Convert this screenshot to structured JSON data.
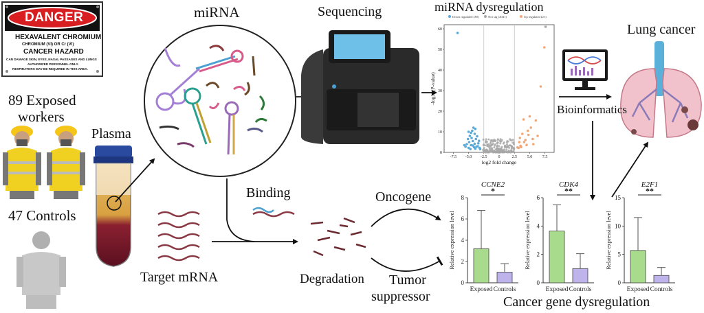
{
  "danger_sign": {
    "title": "DANGER",
    "line1": "HEXAVALENT CHROMIUM",
    "line2": "CHROMIUM (VI) OR Cr (VI)",
    "line3": "CANCER HAZARD",
    "line4": "CAN DAMAGE SKIN, EYES, NASAL PASSAGES AND LUNGS",
    "line5": "AUTHORIZED PERSONNEL ONLY.",
    "line6": "RESPIRATORS MAY BE REQUIRED IN THIS AREA."
  },
  "labels": {
    "exposed_workers_1": "89 Exposed",
    "exposed_workers_2": "workers",
    "controls": "47 Controls",
    "plasma": "Plasma",
    "mirna": "miRNA",
    "sequencing": "Sequencing",
    "mirna_dysregulation": "miRNA dysregulation",
    "lung_cancer": "Lung cancer",
    "bioinformatics": "Bioinformatics",
    "binding": "Binding",
    "target_mrna": "Target mRNA",
    "degradation": "Degradation",
    "oncogene": "Oncogene",
    "tumor_1": "Tumor",
    "tumor_2": "suppressor",
    "cancer_gene_dysregulation": "Cancer gene dysregulation"
  },
  "volcano": {
    "legend": [
      "Down regulated (38)",
      "Not sig (2041)",
      "Up regulated (21)"
    ],
    "legend_colors": [
      "#5aa9d6",
      "#a8a8a8",
      "#f0a878"
    ],
    "xlabel": "log2 fold change",
    "ylabel": "-log10(P-value)",
    "xticks": [
      "-7.5",
      "-5.0",
      "-2.5",
      "0",
      "2.5",
      "5.0",
      "7.5"
    ],
    "yticks": [
      "0",
      "10",
      "20",
      "30",
      "40",
      "50",
      "60"
    ],
    "xlim": [
      -9,
      9
    ],
    "ylim": [
      0,
      62
    ],
    "points_down": [
      [
        -6.8,
        58
      ],
      [
        -4.1,
        2.5
      ],
      [
        -4.6,
        3.5
      ],
      [
        -5.0,
        2.2
      ],
      [
        -4.3,
        5.5
      ],
      [
        -3.8,
        6.5
      ],
      [
        -4.8,
        8
      ],
      [
        -3.5,
        3
      ],
      [
        -5.3,
        4
      ],
      [
        -4.0,
        9
      ],
      [
        -3.2,
        2.2
      ],
      [
        -5.5,
        2.8
      ],
      [
        -4.4,
        10.5
      ],
      [
        -3.6,
        7.8
      ],
      [
        -4.9,
        5
      ],
      [
        -3.9,
        1.8
      ],
      [
        -4.2,
        12
      ],
      [
        -5.1,
        6.5
      ],
      [
        -3.4,
        4.4
      ],
      [
        -4.7,
        1.6
      ],
      [
        -4.5,
        7
      ],
      [
        -3.7,
        2.8
      ],
      [
        -5.7,
        3.5
      ],
      [
        -4.0,
        4.2
      ],
      [
        -3.3,
        5.6
      ],
      [
        -4.6,
        9.5
      ],
      [
        -5.0,
        10
      ],
      [
        -3.9,
        11.4
      ],
      [
        -4.3,
        3.3
      ],
      [
        -3.1,
        1.6
      ]
    ],
    "points_up": [
      [
        7.4,
        51
      ],
      [
        6.8,
        32
      ],
      [
        5.2,
        12
      ],
      [
        4.3,
        6
      ],
      [
        3.5,
        3.2
      ],
      [
        4.0,
        16
      ],
      [
        5.6,
        4
      ],
      [
        3.0,
        2.4
      ],
      [
        4.8,
        8.5
      ],
      [
        3.3,
        5
      ],
      [
        6.0,
        15.5
      ],
      [
        4.5,
        3.6
      ],
      [
        3.8,
        9
      ],
      [
        5.0,
        17.5
      ],
      [
        3.2,
        2.2
      ],
      [
        4.1,
        5
      ],
      [
        5.5,
        6.5
      ],
      [
        3.6,
        2.6
      ],
      [
        4.7,
        10.5
      ],
      [
        6.3,
        8
      ],
      [
        3.4,
        7
      ]
    ],
    "point_notsig_top": [
      [
        7.6,
        61
      ]
    ]
  },
  "bar_charts": [
    {
      "title": "CCNE2",
      "signif": "*",
      "ylabel": "Relative expression level",
      "categories": [
        "Exposed",
        "Controls"
      ],
      "values": [
        3.2,
        1.0
      ],
      "errors": [
        3.6,
        0.8
      ],
      "ylim": [
        0,
        8
      ],
      "yticks": [
        "0",
        "2",
        "4",
        "6",
        "8"
      ],
      "colors": [
        "#a8dc8c",
        "#bfb3ec"
      ]
    },
    {
      "title": "CDK4",
      "signif": "**",
      "ylabel": "Relative expression level",
      "categories": [
        "Exposed",
        "Controls"
      ],
      "values": [
        3.65,
        1.0
      ],
      "errors": [
        1.85,
        1.05
      ],
      "ylim": [
        0,
        6
      ],
      "yticks": [
        "0",
        "2",
        "4",
        "6"
      ],
      "colors": [
        "#a8dc8c",
        "#bfb3ec"
      ]
    },
    {
      "title": "E2F1",
      "signif": "**",
      "ylabel": "Relative expression level",
      "categories": [
        "Exposed",
        "Controls"
      ],
      "values": [
        5.7,
        1.3
      ],
      "errors": [
        5.8,
        1.4
      ],
      "ylim": [
        0,
        15
      ],
      "yticks": [
        "0",
        "5",
        "10",
        "15"
      ],
      "colors": [
        "#a8dc8c",
        "#bfb3ec"
      ]
    }
  ]
}
